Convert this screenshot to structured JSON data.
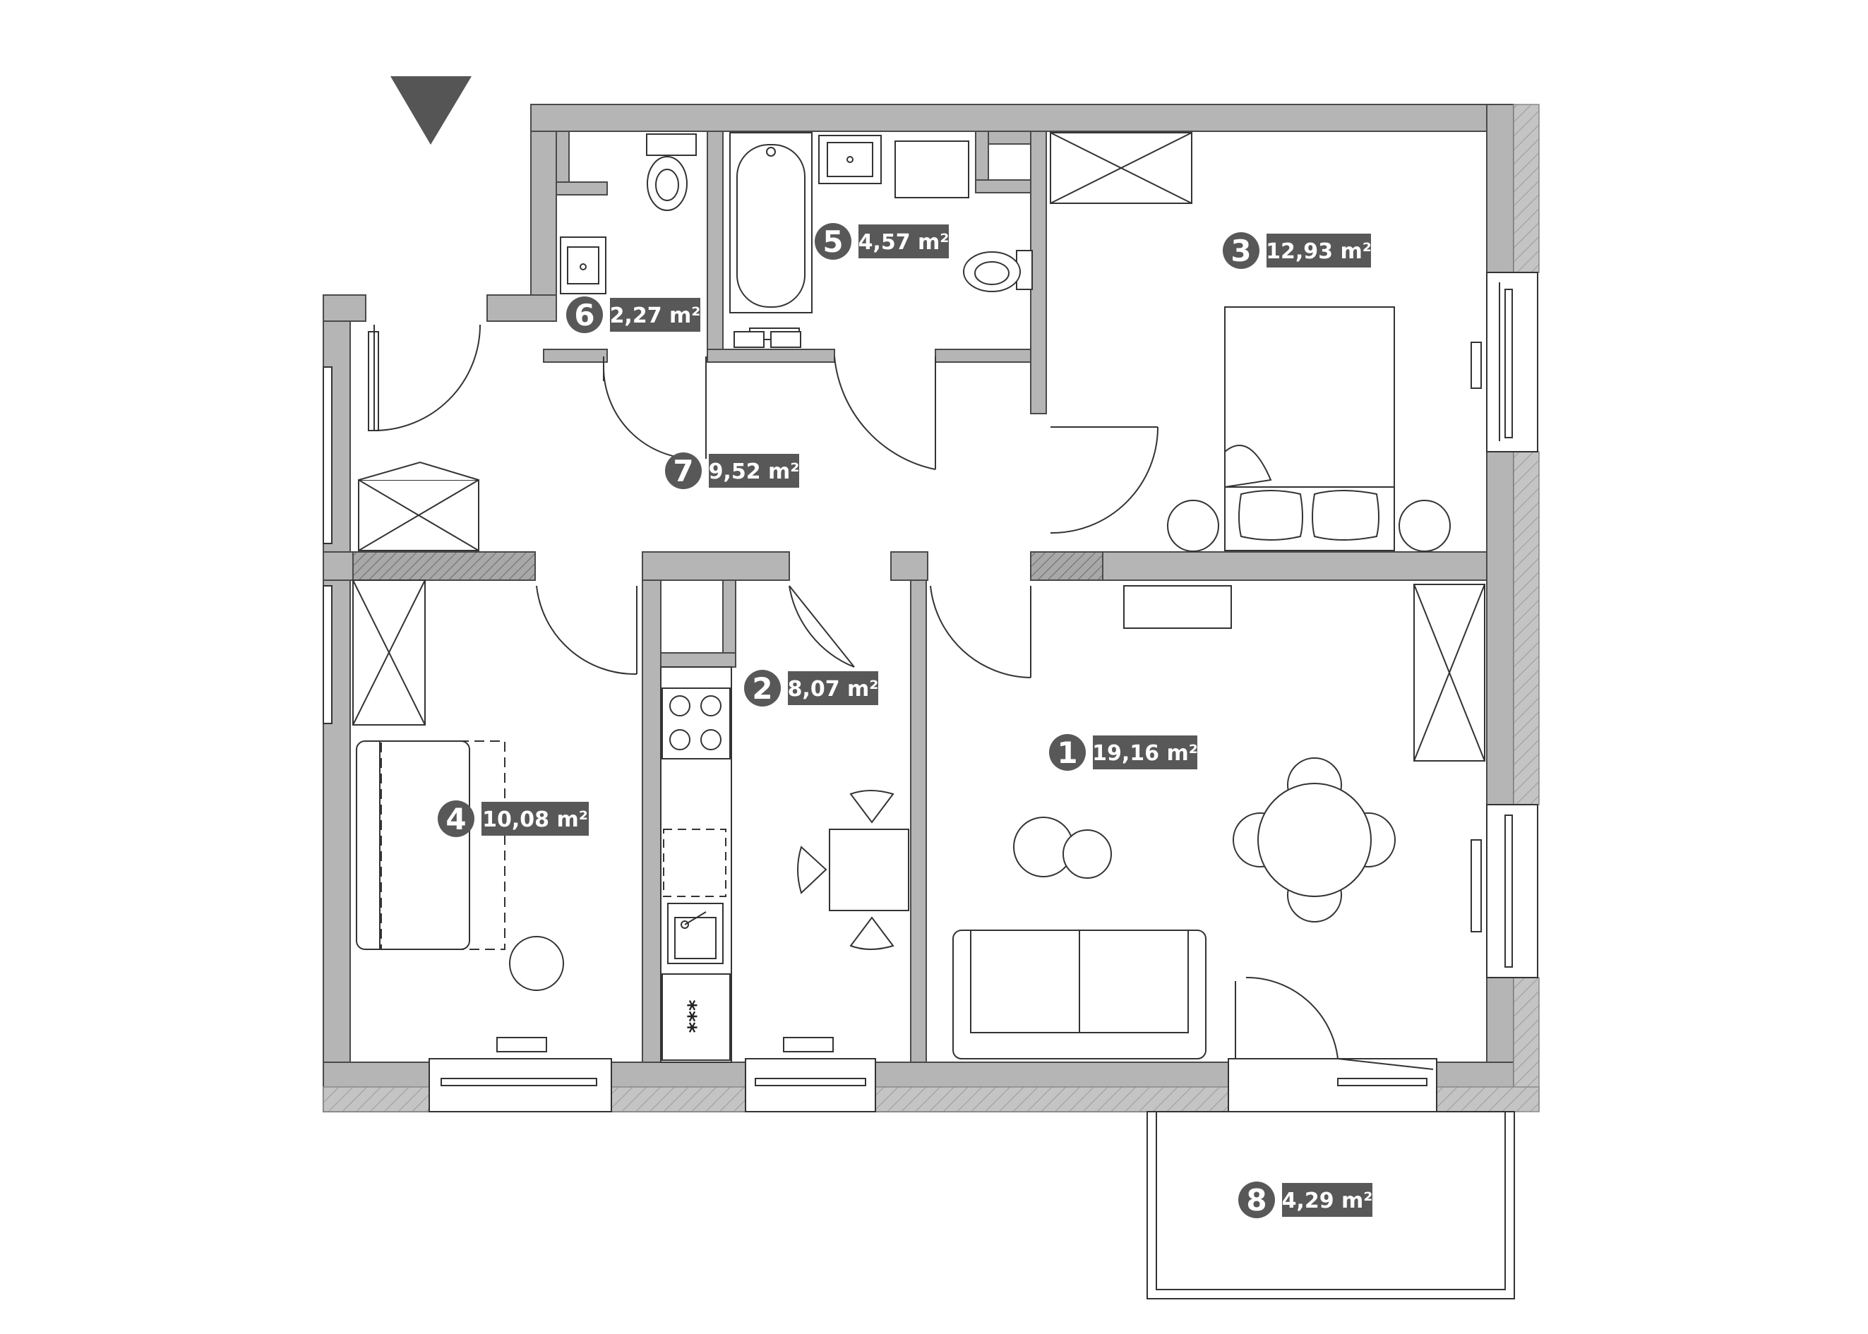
{
  "colors": {
    "wall_fill": "#b5b5b5",
    "wall_stroke": "#4a4a4a",
    "label_bg": "#585858",
    "label_text": "#ffffff",
    "line": "#333333",
    "hatch": "#888888"
  },
  "orientation_marker": "down-triangle",
  "rooms": [
    {
      "number": "1",
      "area": "19,16 m²"
    },
    {
      "number": "2",
      "area": "8,07 m²"
    },
    {
      "number": "3",
      "area": "12,93 m²"
    },
    {
      "number": "4",
      "area": "10,08 m²"
    },
    {
      "number": "5",
      "area": "4,57 m²"
    },
    {
      "number": "6",
      "area": "2,27 m²"
    },
    {
      "number": "7",
      "area": "9,52 m²"
    },
    {
      "number": "8",
      "area": "4,29 m²"
    }
  ],
  "stove_marking": "***"
}
